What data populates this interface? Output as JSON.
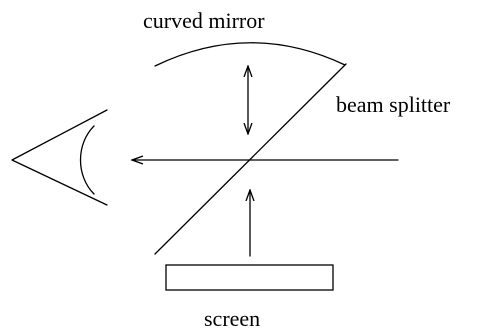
{
  "labels": {
    "curved_mirror": "curved mirror",
    "beam_splitter": "beam splitter",
    "screen": "screen"
  },
  "colors": {
    "ink": "#000000",
    "background": "#ffffff"
  },
  "icons": {
    "eye": "eye-icon"
  }
}
